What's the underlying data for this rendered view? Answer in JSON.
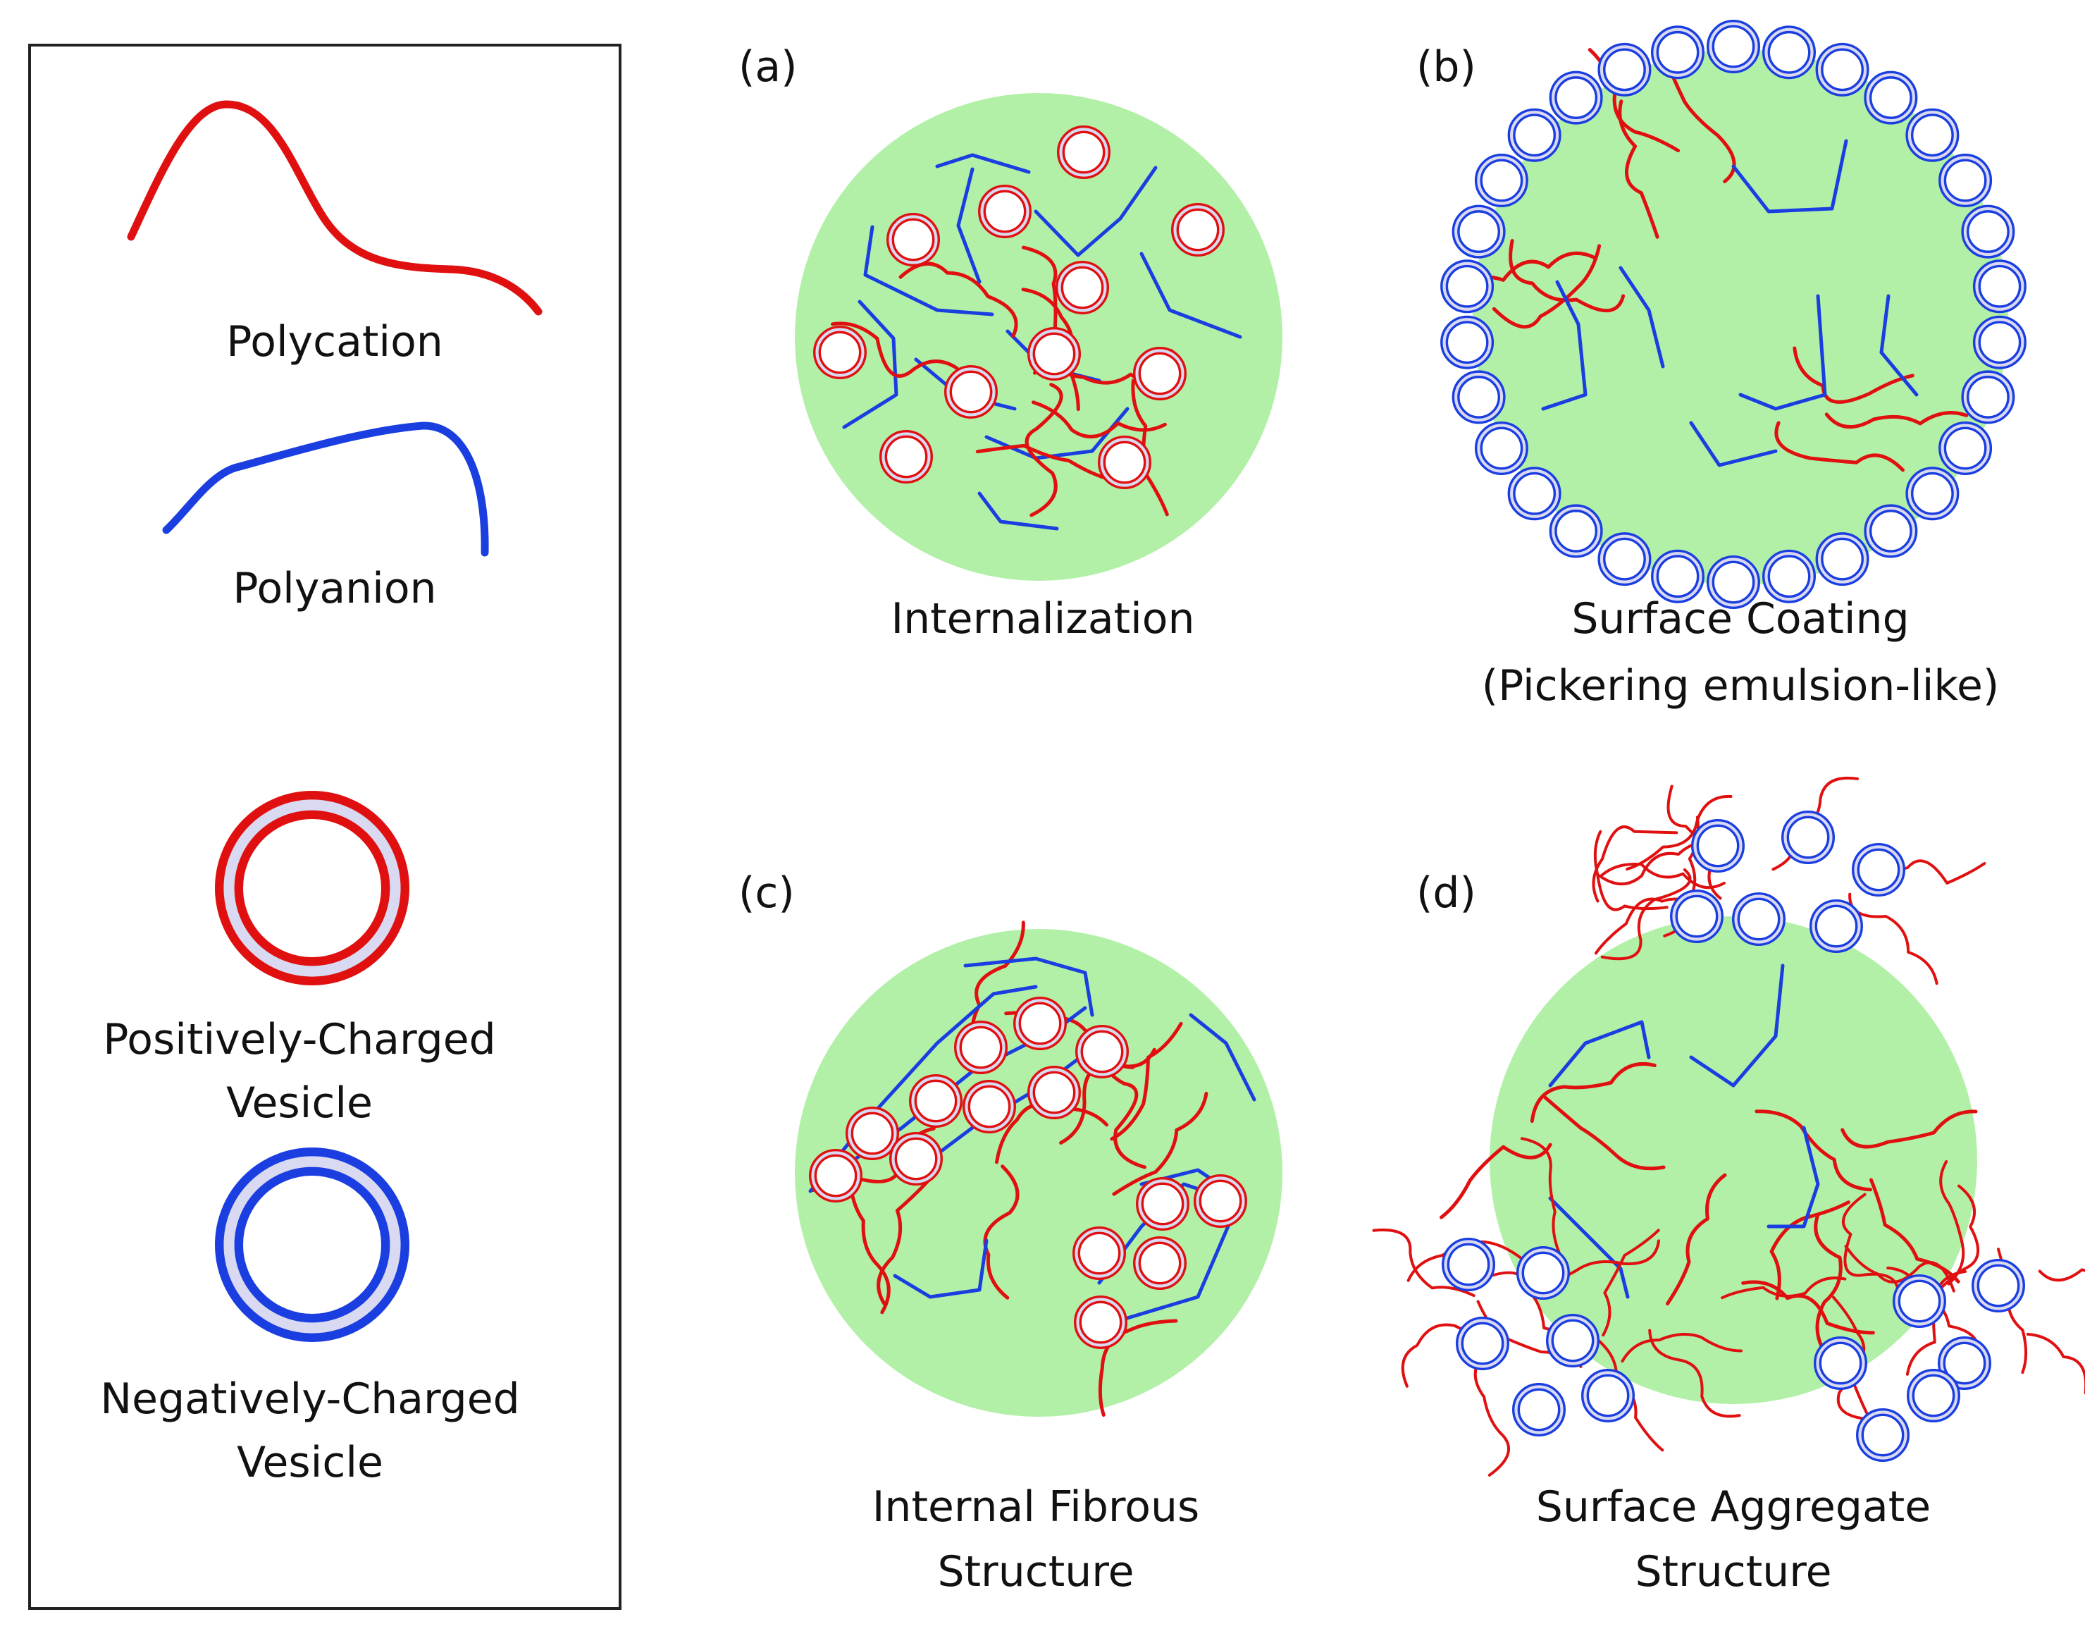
{
  "legend": {
    "polycation": "Polycation",
    "polyanion": "Polyanion",
    "pos_vesicle_line1": "Positively-Charged",
    "pos_vesicle_line2": "Vesicle",
    "neg_vesicle_line1": "Negatively-Charged",
    "neg_vesicle_line2": "Vesicle"
  },
  "panels": {
    "a": {
      "tag": "(a)",
      "caption_line1": "Internalization",
      "caption_line2": ""
    },
    "b": {
      "tag": "(b)",
      "caption_line1": "Surface Coating",
      "caption_line2": "(Pickering emulsion-like)"
    },
    "c": {
      "tag": "(c)",
      "caption_line1": "Internal Fibrous",
      "caption_line2": "Structure"
    },
    "d": {
      "tag": "(d)",
      "caption_line1": "Surface Aggregate",
      "caption_line2": "Structure"
    }
  },
  "colors": {
    "droplet": "#b2f0a8",
    "polycation": "#e01010",
    "polyanion": "#1a3ee0",
    "vesicle_fill": "#d9d9f2"
  }
}
